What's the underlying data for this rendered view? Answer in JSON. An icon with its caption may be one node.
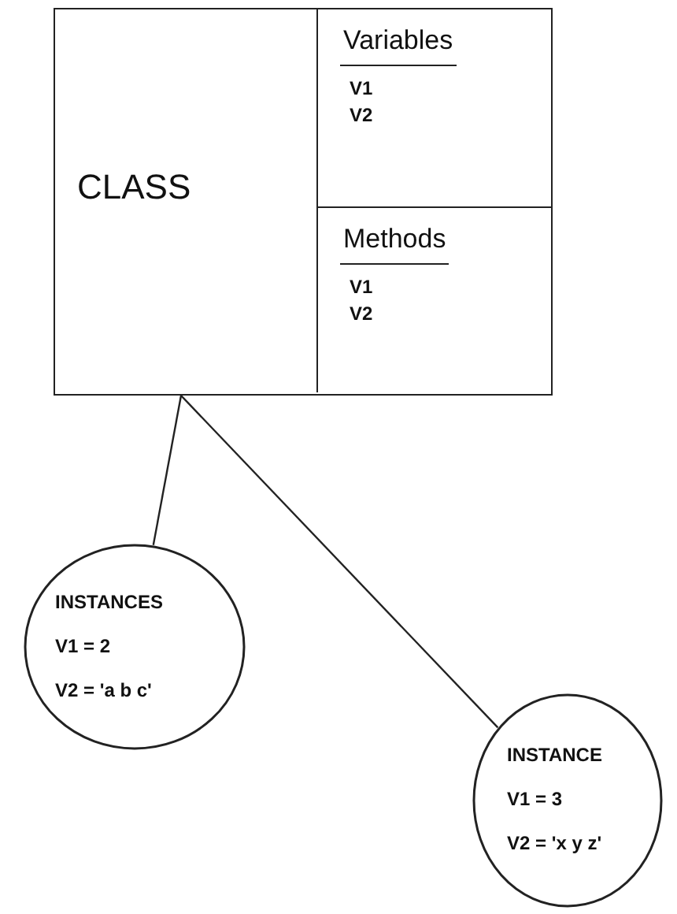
{
  "diagram": {
    "nodes": [
      {
        "text": [
          "CLASS"
        ]
      },
      {
        "text": [
          "Variables",
          "V1",
          "V2"
        ],
        "in": 0
      },
      {
        "text": [
          "Methods",
          "V1",
          "V2"
        ],
        "in": 0
      },
      {
        "text": [
          "INSTANCES",
          "V1 = 2",
          "V2 = 'a b c'"
        ]
      },
      {
        "text": [
          "INSTANCE",
          "V1 = 3",
          "V2 = 'x y z'"
        ]
      }
    ],
    "edges": [
      {
        "from": 0,
        "to": 3,
        "arrow": "none"
      },
      {
        "from": 0,
        "to": 4,
        "arrow": "none"
      }
    ]
  }
}
